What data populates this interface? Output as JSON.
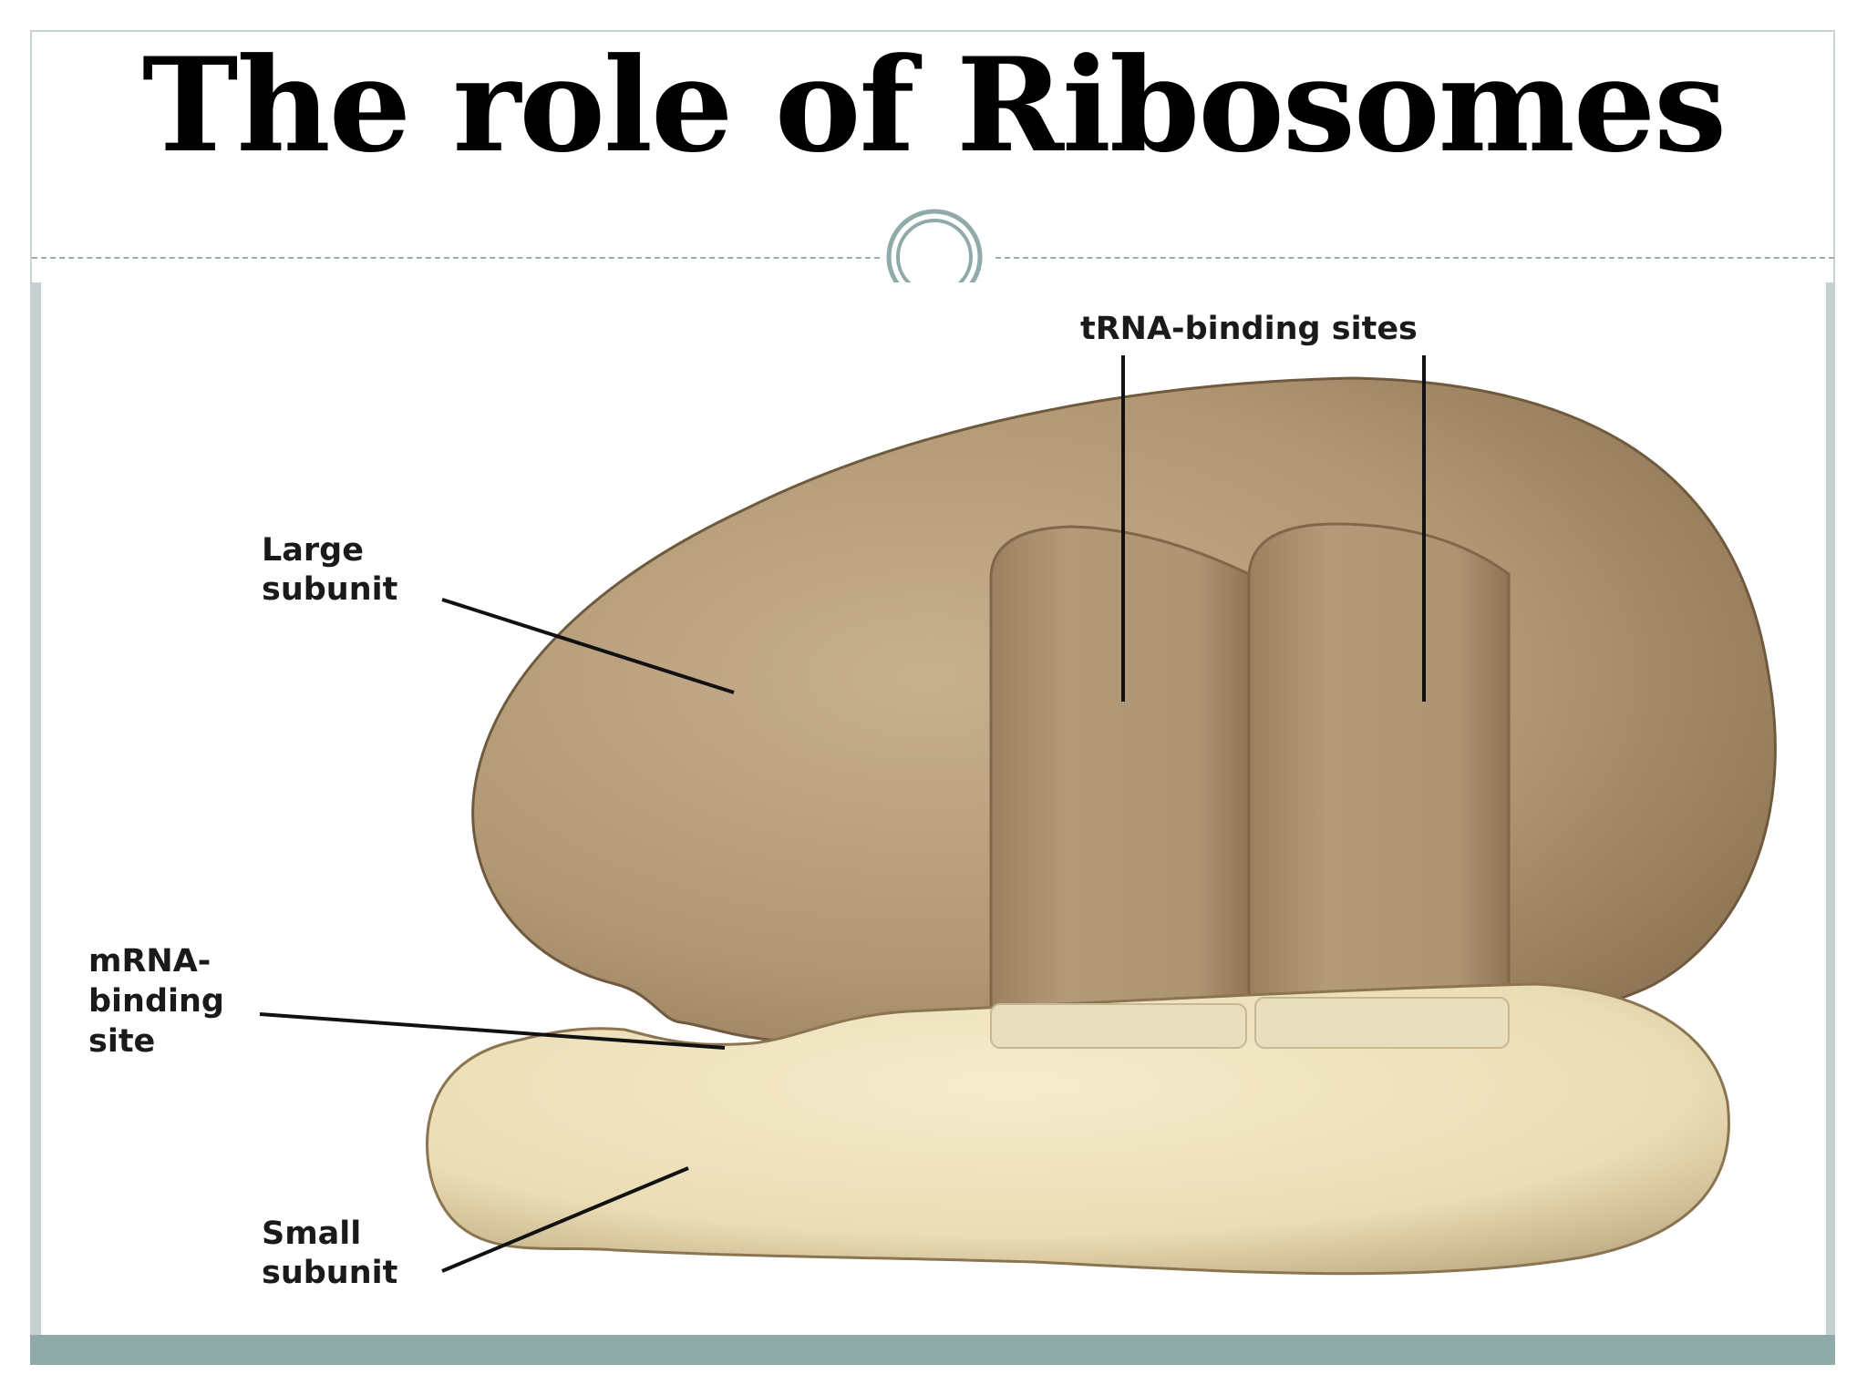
{
  "slide": {
    "title": "The role of Ribosomes"
  },
  "diagram": {
    "labels": {
      "trna": "tRNA-binding sites",
      "large_1": "Large",
      "large_2": "subunit",
      "mrna_1": "mRNA-",
      "mrna_2": "binding",
      "mrna_3": "site",
      "small_1": "Small",
      "small_2": "subunit"
    },
    "colors": {
      "large_subunit": "#b39a76",
      "small_subunit": "#e9dcb6",
      "accent": "#8faaa8"
    }
  }
}
